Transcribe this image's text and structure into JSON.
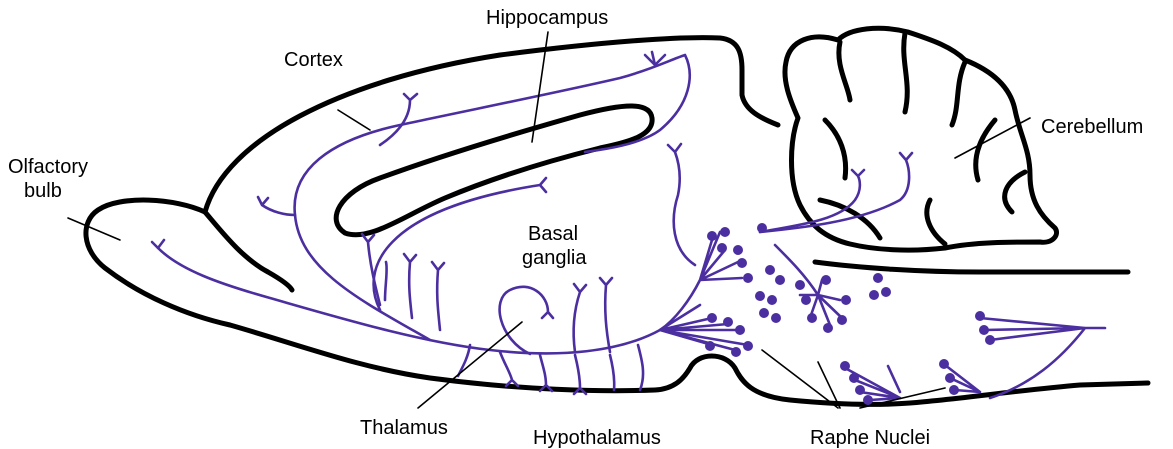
{
  "diagram": {
    "labels": {
      "hippocampus": "Hippocampus",
      "cortex": "Cortex",
      "cerebellum": "Cerebellum",
      "olfactory_bulb_line1": "Olfactory",
      "olfactory_bulb_line2": "bulb",
      "basal_ganglia_line1": "Basal",
      "basal_ganglia_line2": "ganglia",
      "thalamus": "Thalamus",
      "hypothalamus": "Hypothalamus",
      "raphe_nuclei": "Raphe Nuclei"
    },
    "colors": {
      "outline": "#000000",
      "serotonergic_fibers": "#4b2fa0"
    }
  }
}
